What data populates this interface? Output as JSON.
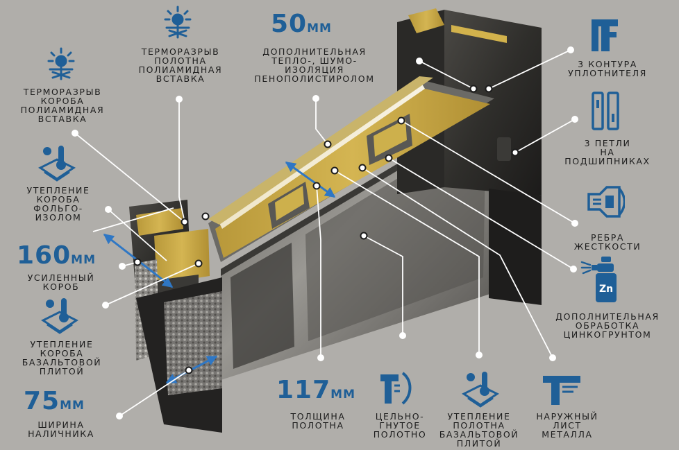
{
  "colors": {
    "background": "#b0aeaa",
    "icon_blue": "#1f5f97",
    "metal_dark": "#2c2b29",
    "insulation": "#c9a840",
    "text": "#1c1c1c"
  },
  "dimensions": [
    {
      "id": "dim-50",
      "value": "50",
      "unit": "ММ"
    },
    {
      "id": "dim-160",
      "value": "160",
      "unit": "ММ"
    },
    {
      "id": "dim-75",
      "value": "75",
      "unit": "ММ"
    },
    {
      "id": "dim-117",
      "value": "117",
      "unit": "ММ"
    }
  ],
  "labels": {
    "thermal_break_leaf": "ТЕРМОРАЗРЫВ\nПОЛОТНА\nПОЛИАМИДНАЯ\nВСТАВКА",
    "thermal_break_frame": "ТЕРМОРАЗРЫВ\nКОРОБА\nПОЛИАМИДНАЯ\nВСТАВКА",
    "extra_insulation": "ДОПОЛНИТЕЛЬНАЯ\nТЕПЛО-, ШУМО-\nИЗОЛЯЦИЯ\nПЕНОПОЛИСТИРОЛОМ",
    "seal_contours": "3 КОНТУРА\nУПЛОТНИТЕЛЯ",
    "hinges": "3 ПЕТЛИ\nНА\nПОДШИПНИКАХ",
    "stiffeners": "РЕБРА\nЖЕСТКОСТИ",
    "zinc_primer": "ДОПОЛНИТЕЛЬНАЯ\nОБРАБОТКА\nЦИНКОГРУНТОМ",
    "frame_foil": "УТЕПЛЕНИЕ\nКОРОБА\nФОЛЬГО-\nИЗОЛОМ",
    "reinforced_frame": "УСИЛЕННЫЙ\nКОРОБ",
    "frame_basalt": "УТЕПЛЕНИЕ\nКОРОБА\nБАЗАЛЬТОВОЙ\nПЛИТОЙ",
    "casing_width": "ШИРИНА\nНАЛИЧНИКА",
    "leaf_thickness": "ТОЛЩИНА\nПОЛОТНА",
    "bent_leaf": "ЦЕЛЬНО-\nГНУТОЕ\nПОЛОТНО",
    "leaf_basalt": "УТЕПЛЕНИЕ\nПОЛОТНА\nБАЗАЛЬТОВОЙ\nПЛИТОЙ",
    "outer_sheet": "НАРУЖНЫЙ\nЛИСТ\nМЕТАЛЛА"
  },
  "icons": {
    "zinc_badge": "Zn"
  }
}
